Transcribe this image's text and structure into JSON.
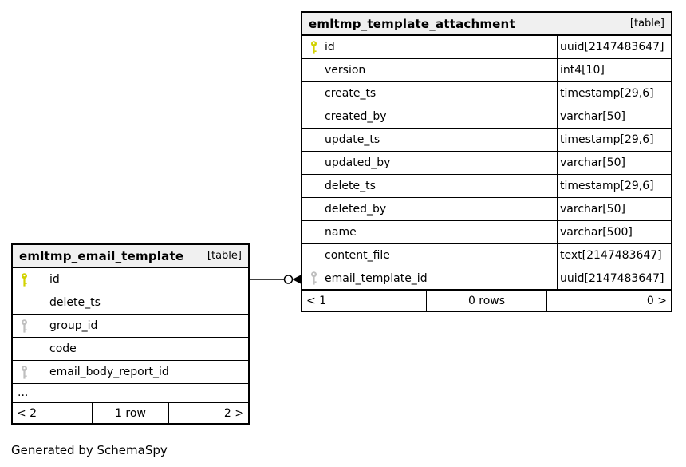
{
  "diagram": {
    "generated_note": "Generated by SchemaSpy"
  },
  "colors": {
    "primary_key_icon": "#d2d200",
    "foreign_key_icon": "#bfbfbf",
    "table_header_bg": "#f0f0f0",
    "border": "#000000",
    "background": "#ffffff"
  },
  "relationship": {
    "from_table": "emltmp_email_template",
    "from_column": "id",
    "to_table": "emltmp_template_attachment",
    "to_column": "email_template_id",
    "end_style": "open-circle-with-solid-arrow"
  },
  "tables": [
    {
      "name": "emltmp_email_template",
      "badge": "[table]",
      "columns": [
        {
          "name": "id",
          "key": "primary"
        },
        {
          "name": "delete_ts",
          "key": "none"
        },
        {
          "name": "group_id",
          "key": "foreign"
        },
        {
          "name": "code",
          "key": "none"
        },
        {
          "name": "email_body_report_id",
          "key": "foreign"
        }
      ],
      "ellipsis": "...",
      "footer": {
        "prev": "< 2",
        "rows": "1 row",
        "next": "2 >"
      }
    },
    {
      "name": "emltmp_template_attachment",
      "badge": "[table]",
      "columns": [
        {
          "name": "id",
          "type": "uuid[2147483647]",
          "key": "primary"
        },
        {
          "name": "version",
          "type": "int4[10]",
          "key": "none"
        },
        {
          "name": "create_ts",
          "type": "timestamp[29,6]",
          "key": "none"
        },
        {
          "name": "created_by",
          "type": "varchar[50]",
          "key": "none"
        },
        {
          "name": "update_ts",
          "type": "timestamp[29,6]",
          "key": "none"
        },
        {
          "name": "updated_by",
          "type": "varchar[50]",
          "key": "none"
        },
        {
          "name": "delete_ts",
          "type": "timestamp[29,6]",
          "key": "none"
        },
        {
          "name": "deleted_by",
          "type": "varchar[50]",
          "key": "none"
        },
        {
          "name": "name",
          "type": "varchar[500]",
          "key": "none"
        },
        {
          "name": "content_file",
          "type": "text[2147483647]",
          "key": "none"
        },
        {
          "name": "email_template_id",
          "type": "uuid[2147483647]",
          "key": "foreign"
        }
      ],
      "footer": {
        "prev": "< 1",
        "rows": "0 rows",
        "next": "0 >"
      }
    }
  ]
}
